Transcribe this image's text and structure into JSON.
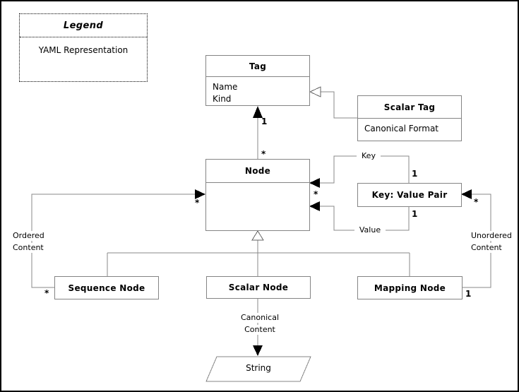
{
  "legend": {
    "title": "Legend",
    "description": "YAML Representation"
  },
  "classes": {
    "tag": {
      "title": "Tag",
      "attributes": [
        "Name",
        "Kind"
      ]
    },
    "scalar_tag": {
      "title": "Scalar Tag",
      "attributes": [
        "Canonical Format"
      ]
    },
    "node": {
      "title": "Node"
    },
    "key_value_pair": {
      "title": "Key: Value Pair"
    },
    "sequence_node": {
      "title": "Sequence Node"
    },
    "scalar_node": {
      "title": "Scalar Node"
    },
    "mapping_node": {
      "title": "Mapping Node"
    },
    "string": {
      "title": "String"
    }
  },
  "labels": {
    "key": "Key",
    "value": "Value",
    "ordered_content": [
      "Ordered",
      "Content"
    ],
    "unordered_content": [
      "Unordered",
      "Content"
    ],
    "canonical_content": [
      "Canonical",
      "Content"
    ]
  },
  "multiplicities": {
    "tag_end": "1",
    "node_top": "*",
    "node_right": "*",
    "key_pair_end": "1",
    "value_pair_end": "1",
    "node_left": "*",
    "sequence_end": "*",
    "pair_right": "*",
    "mapping_end": "1"
  },
  "colors": {
    "line": "#888888",
    "box_border": "#848484",
    "arrow_fill": "#000000",
    "background": "#ffffff",
    "text": "#000000"
  }
}
